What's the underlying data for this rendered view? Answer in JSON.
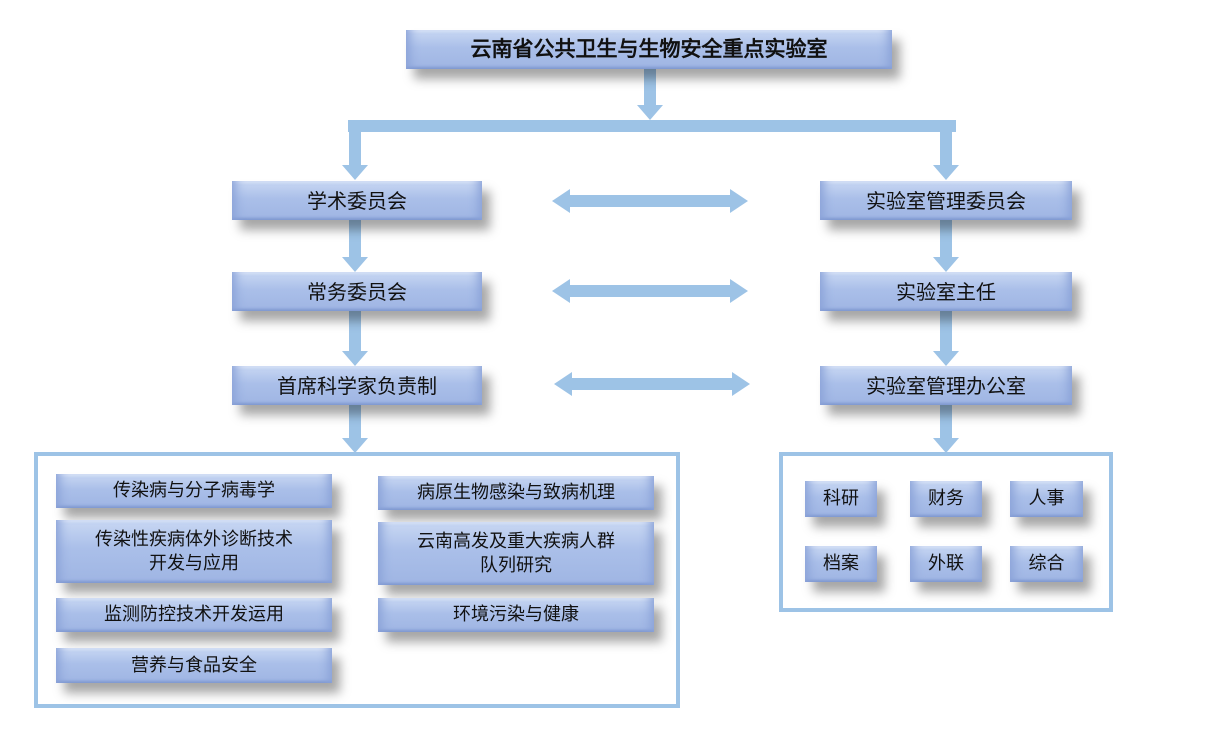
{
  "title": "云南省公共卫生与生物安全重点实验室",
  "left_chain": [
    "学术委员会",
    "常务委员会",
    "首席科学家负责制"
  ],
  "right_chain": [
    "实验室管理委员会",
    "实验室主任",
    "实验室管理办公室"
  ],
  "research_left": [
    "传染病与分子病毒学",
    "传染性疾病体外诊断技术\n开发与应用",
    "监测防控技术开发运用",
    "营养与食品安全"
  ],
  "research_right": [
    "病原生物感染与致病机理",
    "云南高发及重大疾病人群\n队列研究",
    "环境污染与健康"
  ],
  "office_units": [
    "科研",
    "财务",
    "人事",
    "档案",
    "外联",
    "综合"
  ],
  "colors": {
    "connector": "#9dc3e6",
    "box": "#aabfe9"
  }
}
